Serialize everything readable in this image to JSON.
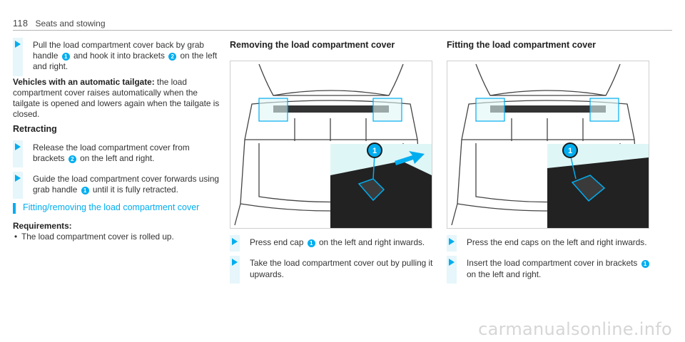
{
  "header": {
    "page_number": "118",
    "section": "Seats and stowing"
  },
  "col1": {
    "step1": {
      "a": "Pull the load compartment cover back by grab handle",
      "b1": "1",
      "b": "and hook it into brackets",
      "b2": "2",
      "c": "on the left and right."
    },
    "auto_label": "Vehicles with an automatic tailgate:",
    "auto_text": "the load compartment cover raises automatically when the tailgate is opened and lowers again when the tailgate is closed.",
    "retract_title": "Retracting",
    "step2": {
      "a": "Release the load compartment cover from brackets",
      "b2": "2",
      "b": "on the left and right."
    },
    "step3": {
      "a": "Guide the load compartment cover forwards using grab handle",
      "b1": "1",
      "b": "until it is fully retracted."
    },
    "section_title": "Fitting/removing the load compartment cover",
    "req_title": "Requirements:",
    "req_item": "The load compartment cover is rolled up."
  },
  "col2": {
    "title": "Removing the load compartment cover",
    "callout": "1",
    "step1": {
      "a": "Press end cap",
      "b1": "1",
      "b": "on the left and right inwards."
    },
    "step2": {
      "a": "Take the load compartment cover out by pulling it upwards."
    }
  },
  "col3": {
    "title": "Fitting the load compartment cover",
    "callout": "1",
    "step1": {
      "a": "Press the end caps on the left and right inwards."
    },
    "step2": {
      "a": "Insert the load compartment cover in brackets",
      "b1": "1",
      "b": "on the left and right."
    }
  },
  "watermark": "carmanualsonline.info",
  "colors": {
    "accent": "#00adef",
    "step_bg": "#e6f6fb",
    "highlight": "#dff6f6"
  }
}
